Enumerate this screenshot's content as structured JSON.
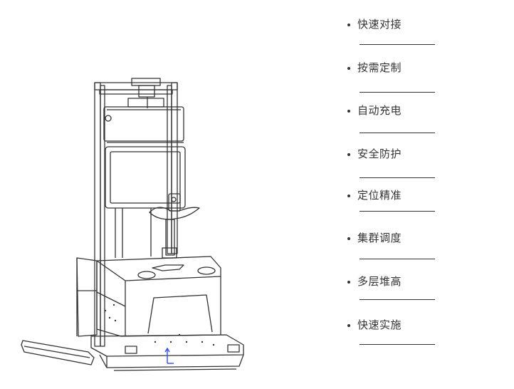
{
  "features": [
    {
      "label": "快速对接"
    },
    {
      "label": "按需定制"
    },
    {
      "label": "自动充电"
    },
    {
      "label": "安全防护"
    },
    {
      "label": "定位精准"
    },
    {
      "label": "集群调度"
    },
    {
      "label": "多层堆高"
    },
    {
      "label": "快速实施"
    }
  ],
  "colors": {
    "line": "#333333",
    "axis": "#2f4bff"
  }
}
